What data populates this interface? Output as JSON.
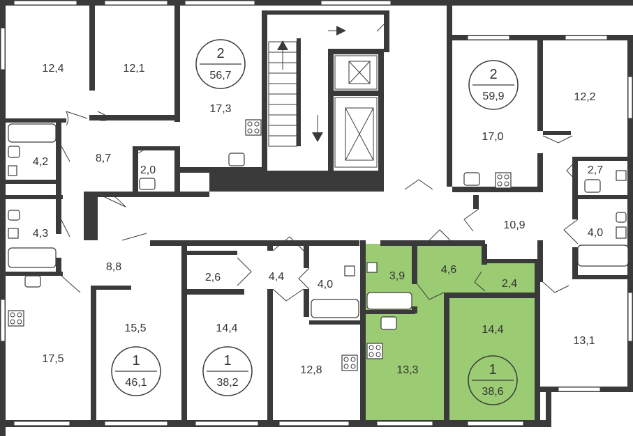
{
  "colors": {
    "wall": "#3a3a3a",
    "highlight": "#9bcb73",
    "background": "#ffffff",
    "text": "#333333"
  },
  "rooms": [
    {
      "id": "r1",
      "label": "12,4"
    },
    {
      "id": "r2",
      "label": "12,1"
    },
    {
      "id": "r3",
      "label": "17,3"
    },
    {
      "id": "r4",
      "label": "4,2"
    },
    {
      "id": "r5",
      "label": "8,7"
    },
    {
      "id": "r6",
      "label": "2,0"
    },
    {
      "id": "r7",
      "label": "17,0"
    },
    {
      "id": "r8",
      "label": "12,2"
    },
    {
      "id": "r9",
      "label": "2,7"
    },
    {
      "id": "r10",
      "label": "10,9"
    },
    {
      "id": "r11",
      "label": "4,0"
    },
    {
      "id": "r12",
      "label": "4,3"
    },
    {
      "id": "r13",
      "label": "8,8"
    },
    {
      "id": "r14",
      "label": "2,6"
    },
    {
      "id": "r15",
      "label": "4,4"
    },
    {
      "id": "r16",
      "label": "4,0"
    },
    {
      "id": "r17",
      "label": "3,9"
    },
    {
      "id": "r18",
      "label": "4,6"
    },
    {
      "id": "r19",
      "label": "2,4"
    },
    {
      "id": "r20",
      "label": "17,5"
    },
    {
      "id": "r21",
      "label": "15,5"
    },
    {
      "id": "r22",
      "label": "14,4"
    },
    {
      "id": "r23",
      "label": "12,8"
    },
    {
      "id": "r24",
      "label": "13,3"
    },
    {
      "id": "r25",
      "label": "14,4"
    },
    {
      "id": "r26",
      "label": "13,1"
    }
  ],
  "apartments": [
    {
      "id": "a1",
      "rooms": "2",
      "area": "56,7",
      "highlighted": false
    },
    {
      "id": "a2",
      "rooms": "2",
      "area": "59,9",
      "highlighted": false
    },
    {
      "id": "a3",
      "rooms": "1",
      "area": "46,1",
      "highlighted": false
    },
    {
      "id": "a4",
      "rooms": "1",
      "area": "38,2",
      "highlighted": false
    },
    {
      "id": "a5",
      "rooms": "1",
      "area": "38,6",
      "highlighted": true
    }
  ],
  "icons": [
    "stove-icon",
    "sink-icon",
    "toilet-icon",
    "bathtub-icon",
    "elevator-icon",
    "stairs-icon",
    "door-icon",
    "window-icon"
  ]
}
